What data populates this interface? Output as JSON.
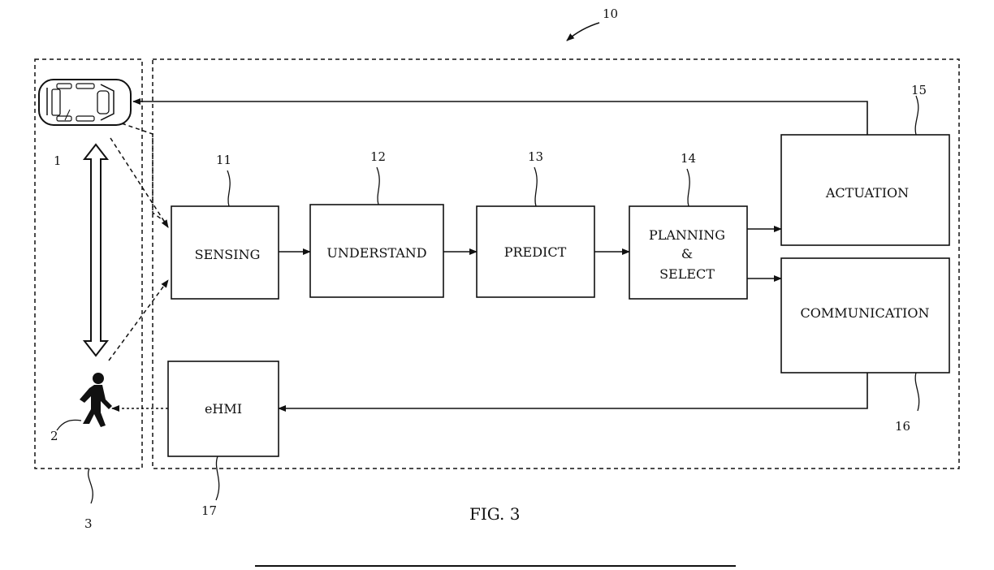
{
  "figure": {
    "caption": "FIG. 3",
    "ref_system": "10",
    "ref_environment": "3",
    "ref_vehicle": "1",
    "ref_pedestrian": "2"
  },
  "blocks": {
    "sensing": {
      "ref": "11",
      "label": "SENSING"
    },
    "understand": {
      "ref": "12",
      "label": "UNDERSTAND"
    },
    "predict": {
      "ref": "13",
      "label": "PREDICT"
    },
    "planning": {
      "ref": "14",
      "label_line1": "PLANNING",
      "label_line2": "&",
      "label_line3": "SELECT"
    },
    "actuation": {
      "ref": "15",
      "label": "ACTUATION"
    },
    "communication": {
      "ref": "16",
      "label": "COMMUNICATION"
    },
    "ehmi": {
      "ref": "17",
      "label": "eHMI"
    }
  },
  "icons": {
    "vehicle": "car-top-view-icon",
    "pedestrian": "walking-person-icon"
  }
}
